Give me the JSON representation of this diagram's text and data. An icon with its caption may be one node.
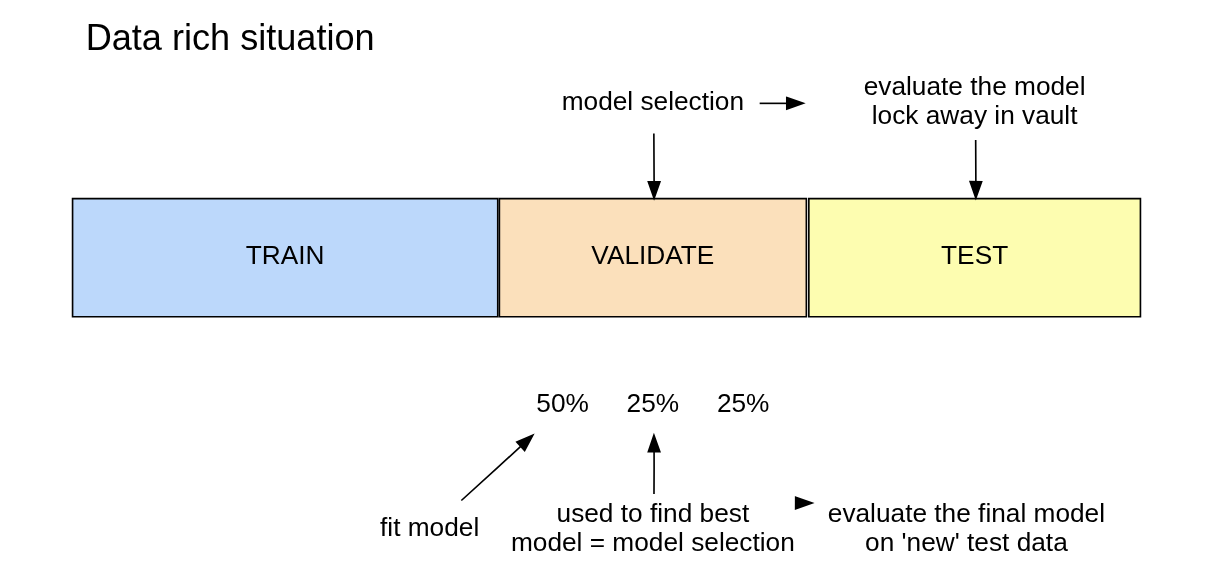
{
  "diagram": {
    "title": "Data rich situation",
    "nodes": [
      {
        "text": [
          "TRAIN"
        ]
      },
      {
        "text": [
          "VALIDATE"
        ]
      },
      {
        "text": [
          "TEST"
        ]
      },
      {
        "text": [
          "50%"
        ]
      },
      {
        "text": [
          "25%"
        ]
      },
      {
        "text": [
          "25%"
        ]
      },
      {
        "text": [
          "fit model"
        ]
      },
      {
        "text": [
          "used to find best model = model selection"
        ]
      },
      {
        "text": [
          "evaluate the final model on 'new' test data"
        ]
      },
      {
        "text": [
          "model selection"
        ]
      },
      {
        "text": [
          "evaluate the model",
          "lock away in vault"
        ]
      }
    ],
    "edges": [
      {
        "from": 9,
        "to": null,
        "arrow": "to"
      },
      {
        "from": 9,
        "to": 1,
        "arrow": "to"
      },
      {
        "from": 10,
        "to": 2,
        "arrow": "to"
      },
      {
        "from": 6,
        "to": 3,
        "arrow": "to"
      },
      {
        "from": 7,
        "to": 4,
        "arrow": "to"
      },
      {
        "from": 7,
        "to": 8,
        "arrow": "to"
      }
    ]
  }
}
